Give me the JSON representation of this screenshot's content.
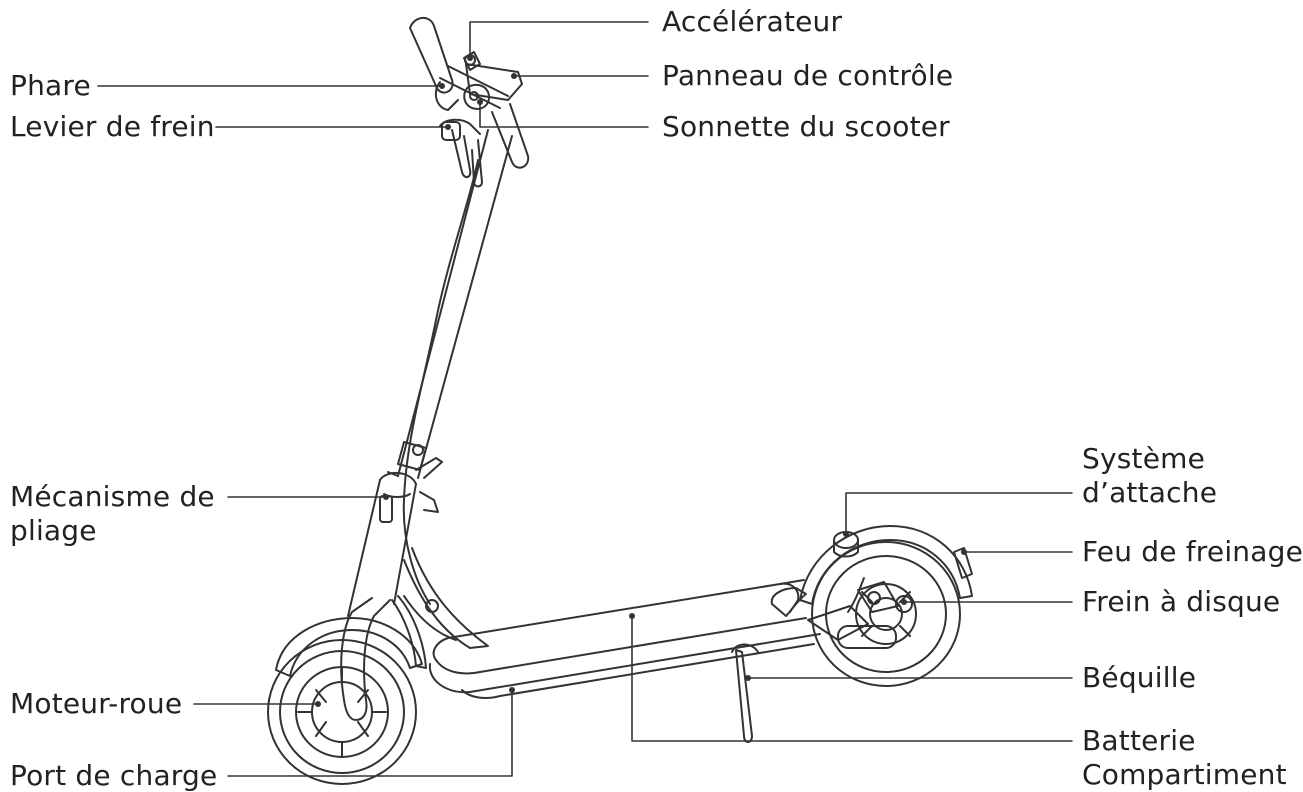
{
  "diagram": {
    "labels": {
      "accelerateur": "Accélérateur",
      "phare": "Phare",
      "panneau": "Panneau de contrôle",
      "levier": "Levier de frein",
      "sonnette": "Sonnette du scooter",
      "pliage_1": "Mécanisme de",
      "pliage_2": "pliage",
      "attache_1": "Système",
      "attache_2": "d’attache",
      "feu": "Feu de freinage",
      "frein_disque": "Frein à disque",
      "moteur": "Moteur-roue",
      "bequille": "Béquille",
      "batterie_1": "Batterie",
      "batterie_2": "Compartiment",
      "port": "Port de charge"
    },
    "colors": {
      "line": "#333333",
      "text": "#222222",
      "background": "#ffffff"
    }
  }
}
